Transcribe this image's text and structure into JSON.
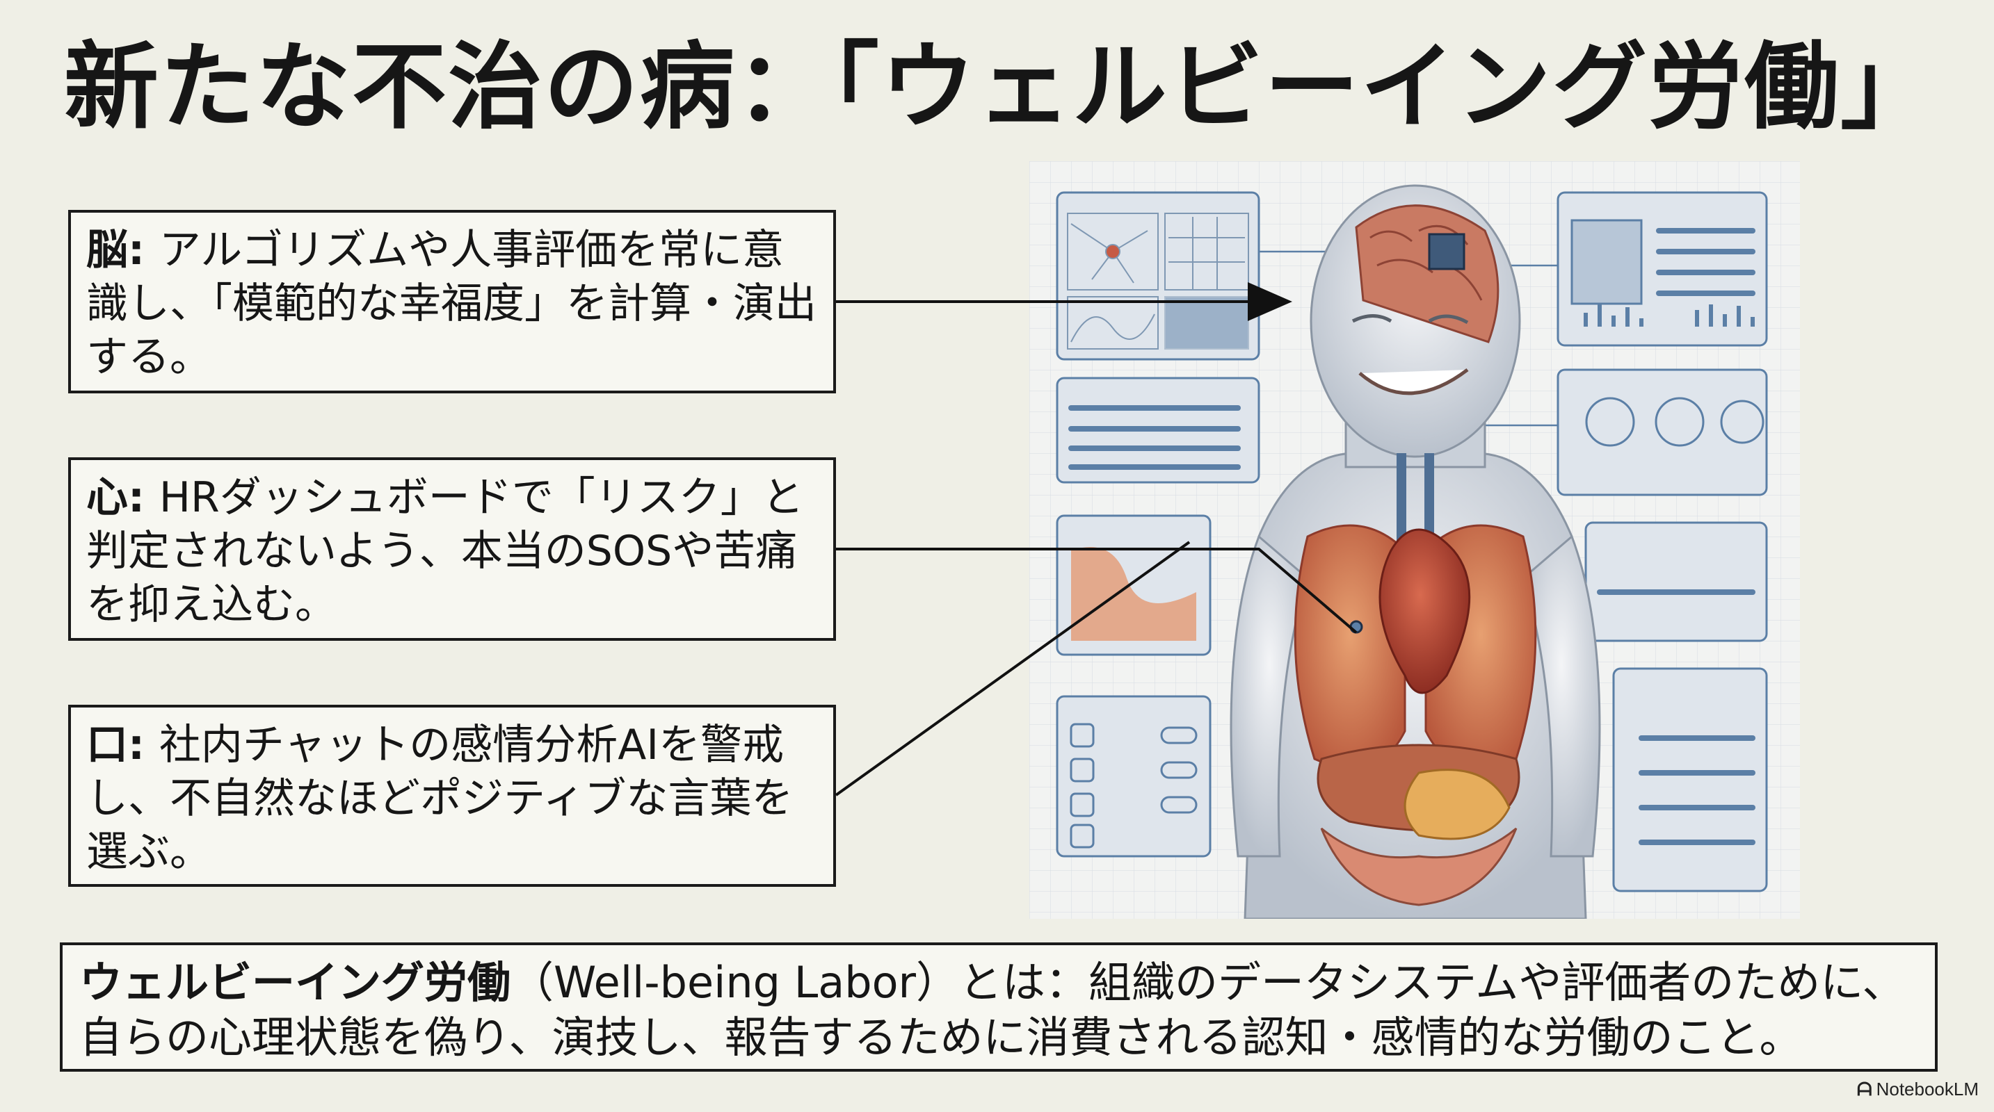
{
  "title": "新たな不治の病：「ウェルビーイング労働」",
  "boxes": [
    {
      "term": "脳",
      "sep": ": ",
      "text": "アルゴリズムや人事評価を常に意識し、「模範的な幸福度」を計算・演出する。"
    },
    {
      "term": "心",
      "sep": ": ",
      "text": "HRダッシュボードで「リスク」と判定されないよう、本当のSOSや苦痛を抑え込む。"
    },
    {
      "term": "口",
      "sep": ": ",
      "text": "社内チャットの感情分析AIを警戒し、不自然なほどポジティブな言葉を選ぶ。"
    }
  ],
  "definition": {
    "term": "ウェルビーイング労働",
    "text": "（Well-being Labor）とは：組織のデータシステムや評価者のために、自らの心理状態を偽り、演技し、報告するために消費される認知・感情的な労働のこと。"
  },
  "brand": {
    "logo": "ᗩ",
    "name": "NotebookLM"
  },
  "colors": {
    "background": "#efefe6",
    "box_border": "#1a1a1a",
    "panel": "#d9e1ea",
    "accent_blue": "#5b7fa6",
    "organ_red": "#c65b45",
    "organ_orange": "#d98c4a"
  }
}
